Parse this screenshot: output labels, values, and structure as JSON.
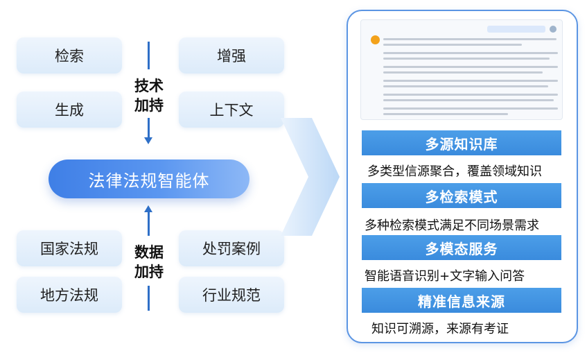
{
  "tech": {
    "boxes": [
      "检索",
      "增强",
      "生成",
      "上下文"
    ],
    "label_line1": "技术",
    "label_line2": "加持"
  },
  "agent": {
    "label": "法律法规智能体"
  },
  "data_support": {
    "boxes": [
      "国家法规",
      "处罚案例",
      "地方法规",
      "行业规范"
    ],
    "label_line1": "数据",
    "label_line2": "加持"
  },
  "features": [
    {
      "title": "多源知识库",
      "desc": "多类型信源聚合，覆盖领域知识"
    },
    {
      "title": "多检索模式",
      "desc": "多种检索模式满足不同场景需求"
    },
    {
      "title": "多模态服务",
      "desc": "智能语音识别+文字输入问答"
    },
    {
      "title": "精准信息来源",
      "desc": "知识可溯源，来源有考证"
    }
  ],
  "colors": {
    "accent": "#2e6fc7",
    "agent_gradient_start": "#3f7fe6",
    "feature_header": "#3a8bdd",
    "panel_border": "#5b95e3",
    "pill_bg": "#dcebfa"
  },
  "icons": {
    "chat_ai_avatar": "orange-circle-icon",
    "chat_user_avatar": "user-avatar-icon",
    "transition_arrow": "big-right-arrow"
  }
}
